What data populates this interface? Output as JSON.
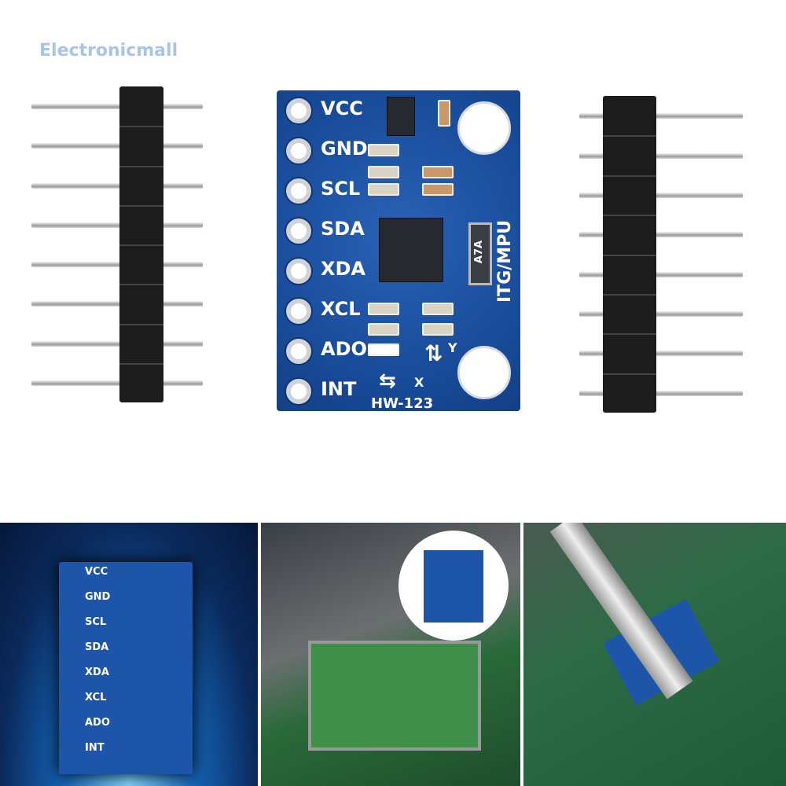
{
  "watermark": "Electronicmall",
  "board": {
    "pins": [
      "VCC",
      "GND",
      "SCL",
      "SDA",
      "XDA",
      "XCL",
      "ADO",
      "INT"
    ],
    "side_label": "ITG/MPU",
    "model": "HW-123",
    "crystal_label": "A7A",
    "axis_x": "X",
    "axis_y": "Y",
    "color": "#1a4f9c"
  },
  "header_pin_count": 8,
  "bottom_panels": [
    "board-on-blue-tech-background",
    "soldering-workbench",
    "module-on-circuit-board"
  ]
}
